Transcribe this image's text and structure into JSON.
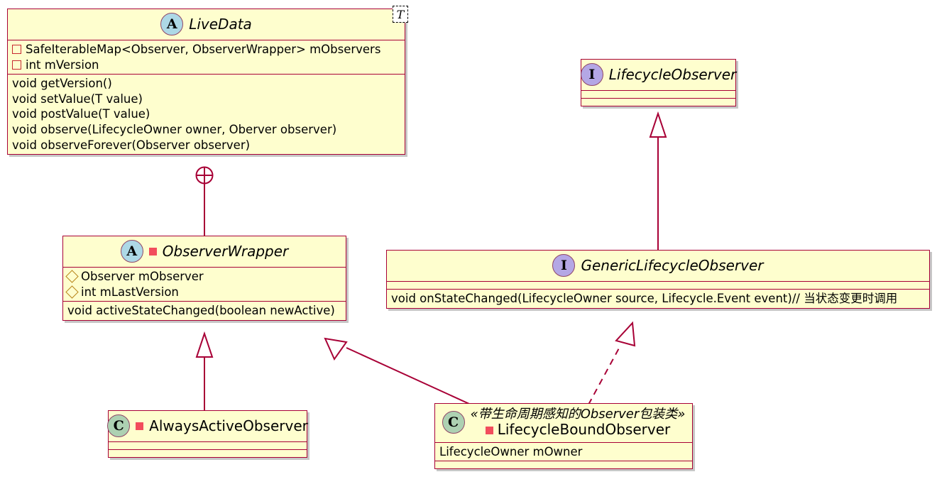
{
  "diagram": {
    "title": "LiveData class diagram",
    "type": "uml-class-diagram",
    "colors": {
      "box_fill": "#FEFECE",
      "box_border": "#A80036",
      "abstract_icon": "#ADD8E6",
      "interface_icon": "#B4A7E5",
      "class_icon": "#ADD1B2",
      "private_marker": "#C82930",
      "package_marker": "#B8861B",
      "static_marker": "#F24D5C",
      "background": "#FFFFFF"
    },
    "classes": [
      {
        "id": "livedata",
        "name": "LiveData",
        "kind": "abstract",
        "icon": "abstract-class-icon",
        "icon_letter": "A",
        "generic_param": "T",
        "stereotype": "",
        "fields": [
          {
            "visibility": "private",
            "text": "SafeIterableMap<Observer, ObserverWrapper> mObservers"
          },
          {
            "visibility": "private",
            "text": "int mVersion"
          }
        ],
        "methods": [
          {
            "visibility": "none",
            "text": "void getVersion()"
          },
          {
            "visibility": "none",
            "text": "void setValue(T value)"
          },
          {
            "visibility": "none",
            "text": "void postValue(T value)"
          },
          {
            "visibility": "none",
            "text": "void observe(LifecycleOwner owner, Oberver observer)"
          },
          {
            "visibility": "none",
            "text": "void observeForever(Observer observer)"
          }
        ]
      },
      {
        "id": "lifecycleobserver",
        "name": "LifecycleObserver",
        "kind": "interface",
        "icon": "interface-icon",
        "icon_letter": "I",
        "generic_param": "",
        "stereotype": "",
        "fields": [],
        "methods": []
      },
      {
        "id": "observerwrapper",
        "name": "ObserverWrapper",
        "kind": "abstract",
        "icon": "abstract-class-icon",
        "icon_letter": "A",
        "static": true,
        "generic_param": "",
        "stereotype": "",
        "fields": [
          {
            "visibility": "package",
            "text": "Observer mObserver"
          },
          {
            "visibility": "package",
            "text": "int mLastVersion"
          }
        ],
        "methods": [
          {
            "visibility": "none",
            "text": "void activeStateChanged(boolean newActive)"
          }
        ]
      },
      {
        "id": "genericlifecycleobserver",
        "name": "GenericLifecycleObserver",
        "kind": "interface",
        "icon": "interface-icon",
        "icon_letter": "I",
        "generic_param": "",
        "stereotype": "",
        "fields": [],
        "methods": [
          {
            "visibility": "none",
            "text": "void onStateChanged(LifecycleOwner source, Lifecycle.Event event)// 当状态变更时调用"
          }
        ]
      },
      {
        "id": "alwaysactiveobserver",
        "name": "AlwaysActiveObserver",
        "kind": "class",
        "icon": "class-icon",
        "icon_letter": "C",
        "static": true,
        "generic_param": "",
        "stereotype": "",
        "fields": [],
        "methods": []
      },
      {
        "id": "lifecycleboundobserver",
        "name": "LifecycleBoundObserver",
        "kind": "class",
        "icon": "class-icon",
        "icon_letter": "C",
        "static": true,
        "generic_param": "",
        "stereotype": "«带生命周期感知的Observer包装类»",
        "fields": [
          {
            "visibility": "none",
            "text": "LifecycleOwner mOwner"
          }
        ],
        "methods": []
      }
    ],
    "relations": [
      {
        "name": "containment-livedata-observerwrapper",
        "from": "livedata",
        "to": "observerwrapper",
        "type": "containment",
        "marker": "circle-plus"
      },
      {
        "name": "inheritance-observerwrapper-alwaysactiveobserver",
        "from": "alwaysactiveobserver",
        "to": "observerwrapper",
        "type": "generalization",
        "marker": "hollow-triangle"
      },
      {
        "name": "inheritance-observerwrapper-lifecycleboundobserver",
        "from": "lifecycleboundobserver",
        "to": "observerwrapper",
        "type": "generalization",
        "marker": "hollow-triangle"
      },
      {
        "name": "inheritance-lifecycleobserver-genericlifecycleobserver",
        "from": "genericlifecycleobserver",
        "to": "lifecycleobserver",
        "type": "generalization",
        "marker": "hollow-triangle"
      },
      {
        "name": "realization-genericlifecycleobserver-lifecycleboundobserver",
        "from": "lifecycleboundobserver",
        "to": "genericlifecycleobserver",
        "type": "realization",
        "marker": "hollow-triangle-dashed"
      }
    ]
  }
}
